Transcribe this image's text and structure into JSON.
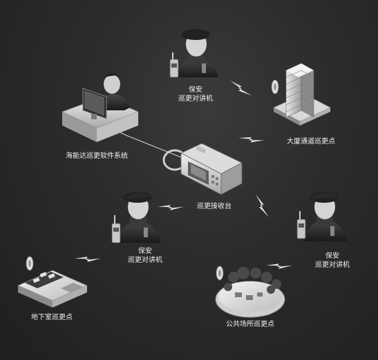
{
  "nodes": {
    "guard_top": {
      "line1": "保安",
      "line2": "巡更对讲机"
    },
    "guard_left": {
      "line1": "保安",
      "line2": "巡更对讲机"
    },
    "guard_right": {
      "line1": "保安",
      "line2": "巡更对讲机"
    },
    "software": {
      "label": "海能达巡更软件系统"
    },
    "building": {
      "label": "大厦通道巡更点"
    },
    "receiver": {
      "label": "巡更接收台"
    },
    "basement": {
      "label": "地下室巡更点"
    },
    "park": {
      "label": "公共场所巡更点"
    }
  }
}
